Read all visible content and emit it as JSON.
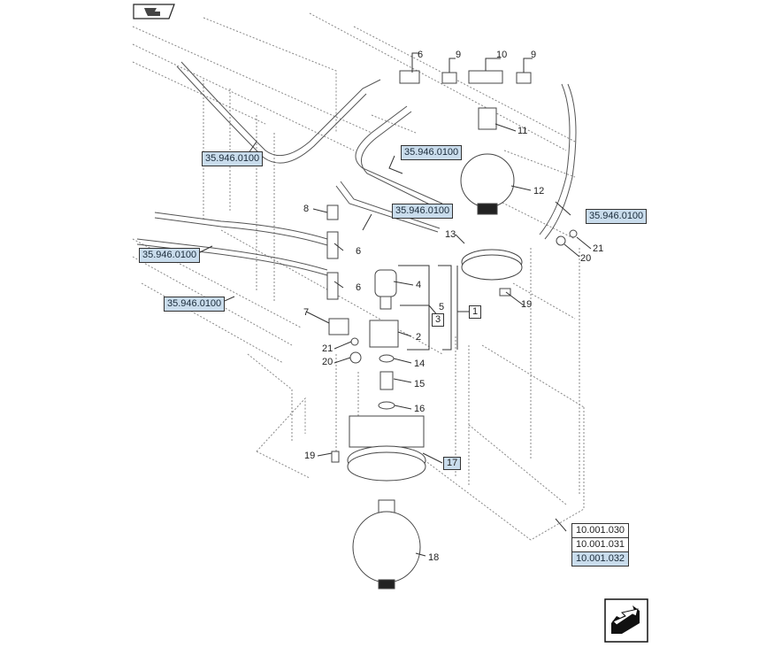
{
  "diagram": {
    "title_icon": "book-back-icon",
    "next_icon": "next-page-arrow-icon",
    "part_labels": [
      {
        "id": "6a",
        "text": "6"
      },
      {
        "id": "9a",
        "text": "9"
      },
      {
        "id": "10",
        "text": "10"
      },
      {
        "id": "9b",
        "text": "9"
      },
      {
        "id": "11",
        "text": "11"
      },
      {
        "id": "12",
        "text": "12"
      },
      {
        "id": "8",
        "text": "8"
      },
      {
        "id": "6b",
        "text": "6"
      },
      {
        "id": "6c",
        "text": "6"
      },
      {
        "id": "4",
        "text": "4"
      },
      {
        "id": "5",
        "text": "5"
      },
      {
        "id": "7",
        "text": "7"
      },
      {
        "id": "2",
        "text": "2"
      },
      {
        "id": "21a",
        "text": "21"
      },
      {
        "id": "20a",
        "text": "20"
      },
      {
        "id": "14",
        "text": "14"
      },
      {
        "id": "15",
        "text": "15"
      },
      {
        "id": "16",
        "text": "16"
      },
      {
        "id": "19a",
        "text": "19"
      },
      {
        "id": "13",
        "text": "13"
      },
      {
        "id": "19b",
        "text": "19"
      },
      {
        "id": "21b",
        "text": "21"
      },
      {
        "id": "20b",
        "text": "20"
      },
      {
        "id": "18",
        "text": "18"
      }
    ],
    "boxed_labels": [
      {
        "id": "3",
        "text": "3"
      },
      {
        "id": "1",
        "text": "1"
      }
    ],
    "highlight_label_17": "17",
    "cross_refs": [
      {
        "id": "ref1",
        "text": "35.946.0100"
      },
      {
        "id": "ref2",
        "text": "35.946.0100"
      },
      {
        "id": "ref3",
        "text": "35.946.0100"
      },
      {
        "id": "ref4",
        "text": "35.946.0100"
      },
      {
        "id": "ref5",
        "text": "35.946.0100"
      },
      {
        "id": "ref6",
        "text": "35.946.0100"
      }
    ],
    "section_refs": [
      "10.001.030",
      "10.001.031",
      "10.001.032"
    ]
  }
}
